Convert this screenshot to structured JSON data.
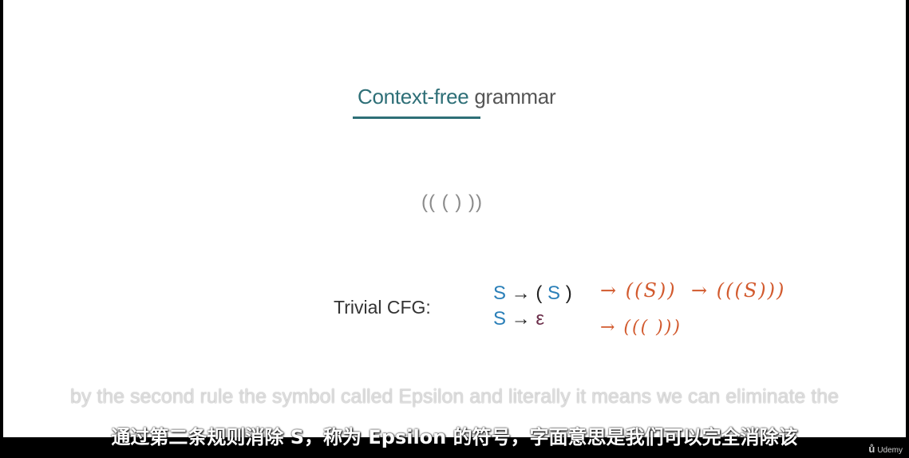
{
  "slide": {
    "title_accent": "Context-free",
    "title_rest": " grammar",
    "example": "(( ( ) ))",
    "cfg_label": "Trivial CFG:",
    "rules": [
      {
        "lhs": "S",
        "arrow": " → ",
        "rhs_open": "( ",
        "rhs_sym": "S",
        "rhs_close": " )"
      },
      {
        "lhs": "S",
        "arrow": " → ",
        "rhs_eps": "ε"
      }
    ],
    "handwritten": [
      "→ ((S))",
      "→ (((S)))",
      "→ ((( )))"
    ]
  },
  "subtitles": {
    "english": "by the second rule the symbol called Epsilon and literally it means we can eliminate the",
    "chinese": "通过第二条规则消除 S，称为 Epsilon 的符号，字面意思是我们可以完全消除该"
  },
  "watermark": {
    "icon": "udemy-logo-icon",
    "text": "Udemy"
  },
  "colors": {
    "accent": "#2e6f77",
    "symbol": "#2a7fb8",
    "epsilon": "#6b2e4a",
    "handwriting": "#d25a2e"
  }
}
